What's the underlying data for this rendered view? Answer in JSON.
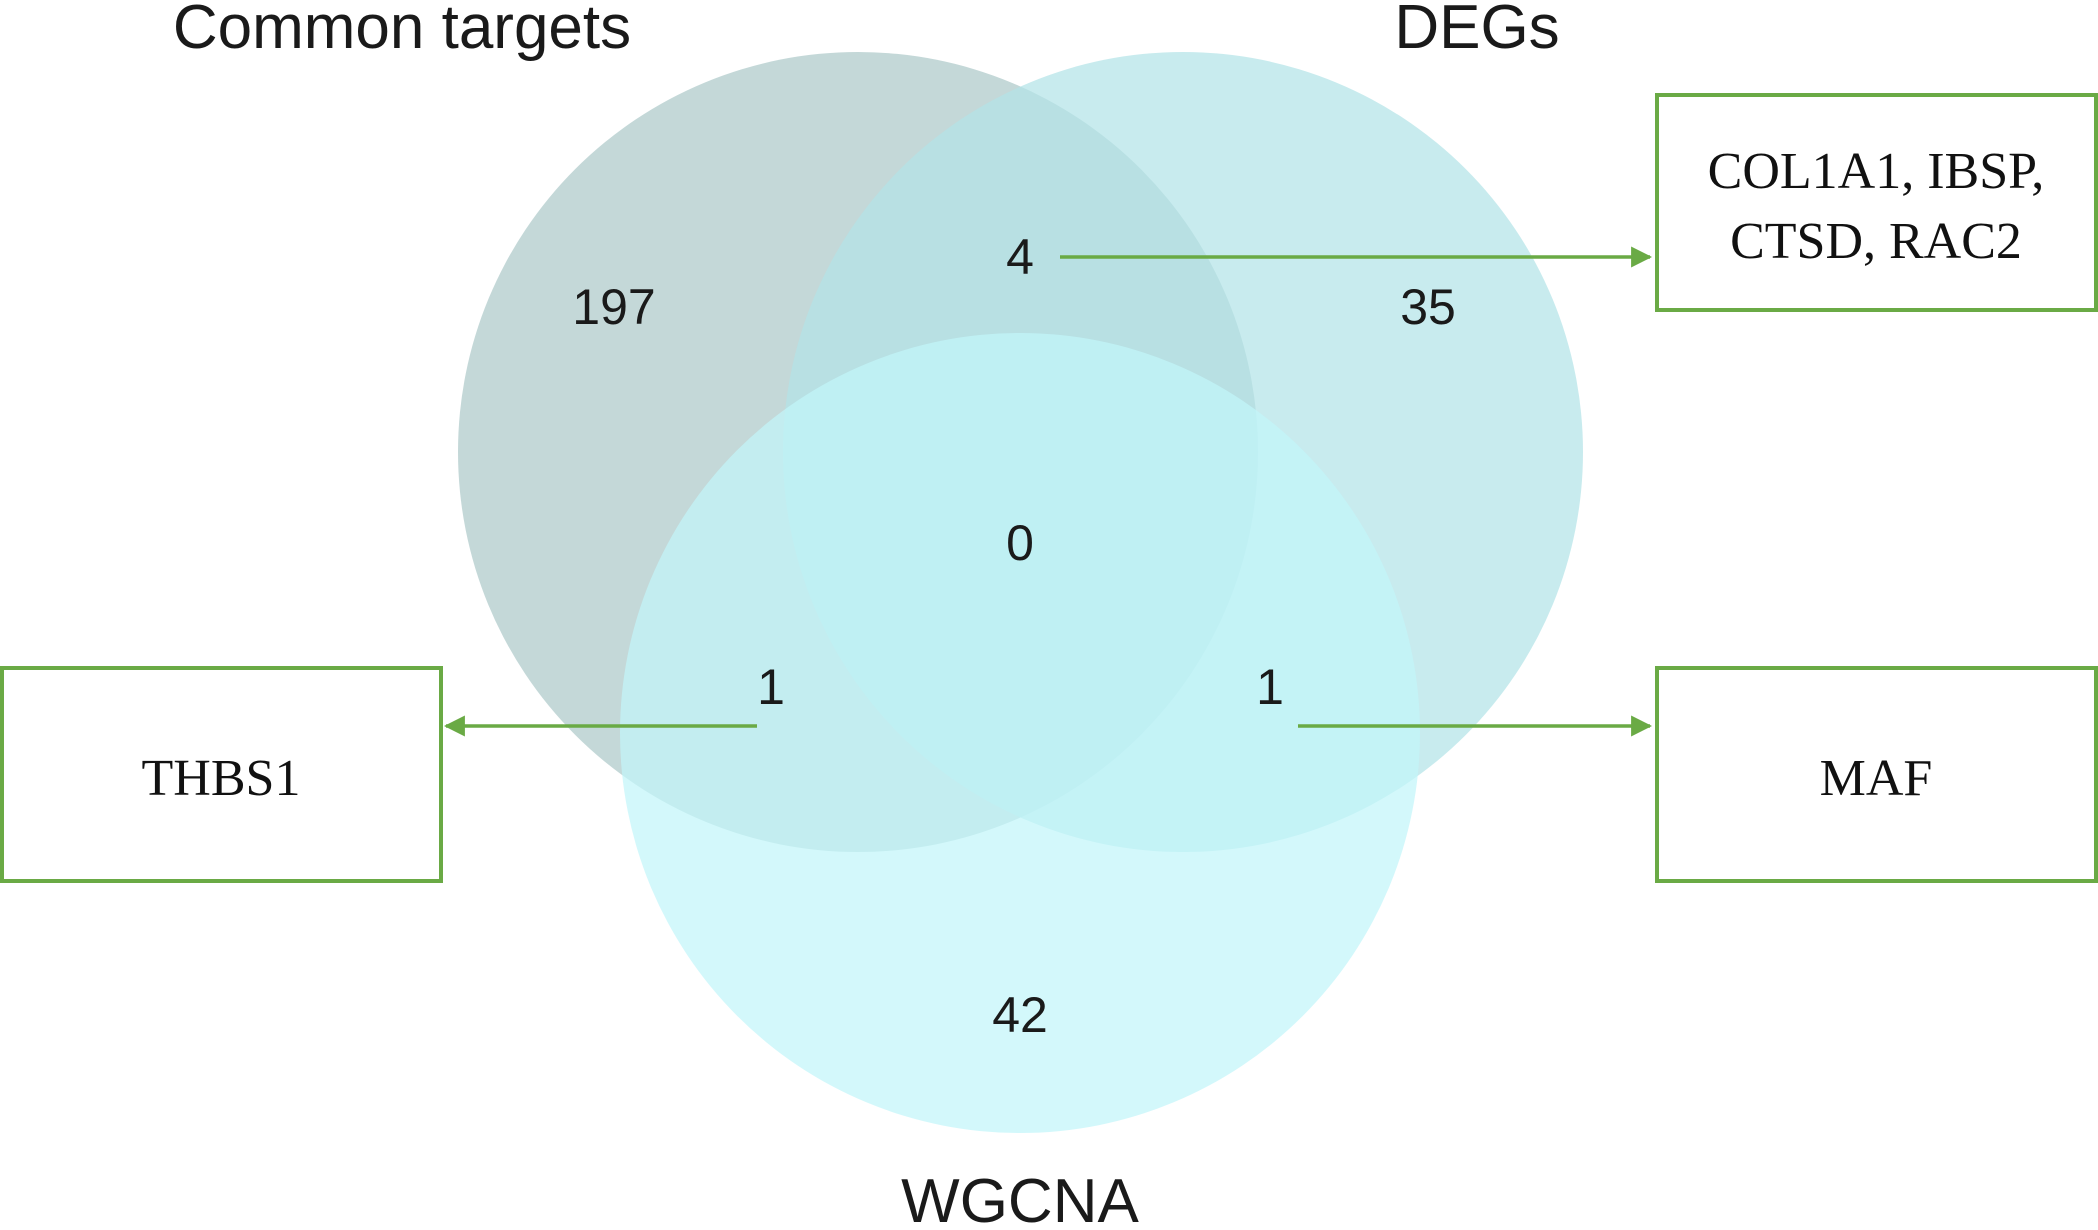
{
  "sets": [
    {
      "key": "common",
      "label": "Common targets",
      "color": "#adc9c9"
    },
    {
      "key": "degs",
      "label": "DEGs",
      "color": "#b3e3e7"
    },
    {
      "key": "wgcna",
      "label": "WGCNA",
      "color": "#c2f5fa"
    }
  ],
  "regions": {
    "common_only": "197",
    "degs_only": "35",
    "wgcna_only": "42",
    "common_degs": "4",
    "common_wgcna": "1",
    "degs_wgcna": "1",
    "all_three": "0"
  },
  "annotations": {
    "common_degs": [
      "COL1A1, IBSP,",
      "CTSD, RAC2"
    ],
    "common_wgcna": [
      "THBS1"
    ],
    "degs_wgcna": [
      "MAF"
    ]
  },
  "colors": {
    "arrow": "#6aaa45",
    "box_border": "#6aaa45"
  }
}
